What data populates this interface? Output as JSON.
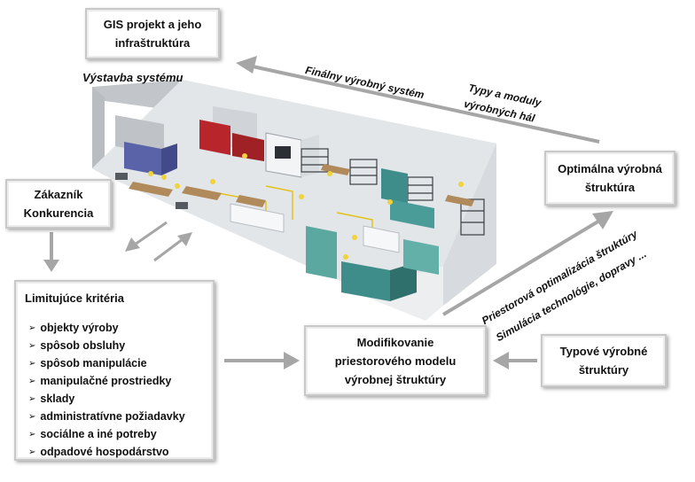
{
  "boxes": {
    "gis": [
      "GIS projekt a jeho",
      "infraštruktúra"
    ],
    "optimal": [
      "Optimálna výrobná",
      "štruktúra"
    ],
    "customer": [
      "Zákazník",
      "Konkurencia"
    ],
    "modify": [
      "Modifikovanie",
      "priestorového modelu",
      "výrobnej štruktúry"
    ],
    "typical": [
      "Typové výrobné",
      "štruktúry"
    ]
  },
  "limits": {
    "title": "Limitujúce kritéria",
    "items": [
      "objekty výroby",
      "spôsob obsluhy",
      "spôsob manipulácie",
      "manipulačné prostriedky",
      "sklady",
      "administratívne požiadavky",
      "sociálne a iné potreby",
      "odpadové hospodárstvo"
    ]
  },
  "labels": {
    "build": "Výstavba systému",
    "final": "Finálny výrobný systém",
    "types_line1": "Typy a moduly",
    "types_line2": "výrobných hál",
    "opt_line1": "Priestorová optimalizácia štruktúry",
    "opt_line2": "Simulácia technológie, dopravy ..."
  },
  "colors": {
    "arrow": "#a6a6a6",
    "box_border": "#c8c8c8",
    "floor": "#e4e7ea",
    "wall": "#c9ccd0",
    "machine_teal": "#3f8d8a",
    "machine_blue": "#5a63a8",
    "red": "#b8262b",
    "yellow": "#e3c21a"
  }
}
